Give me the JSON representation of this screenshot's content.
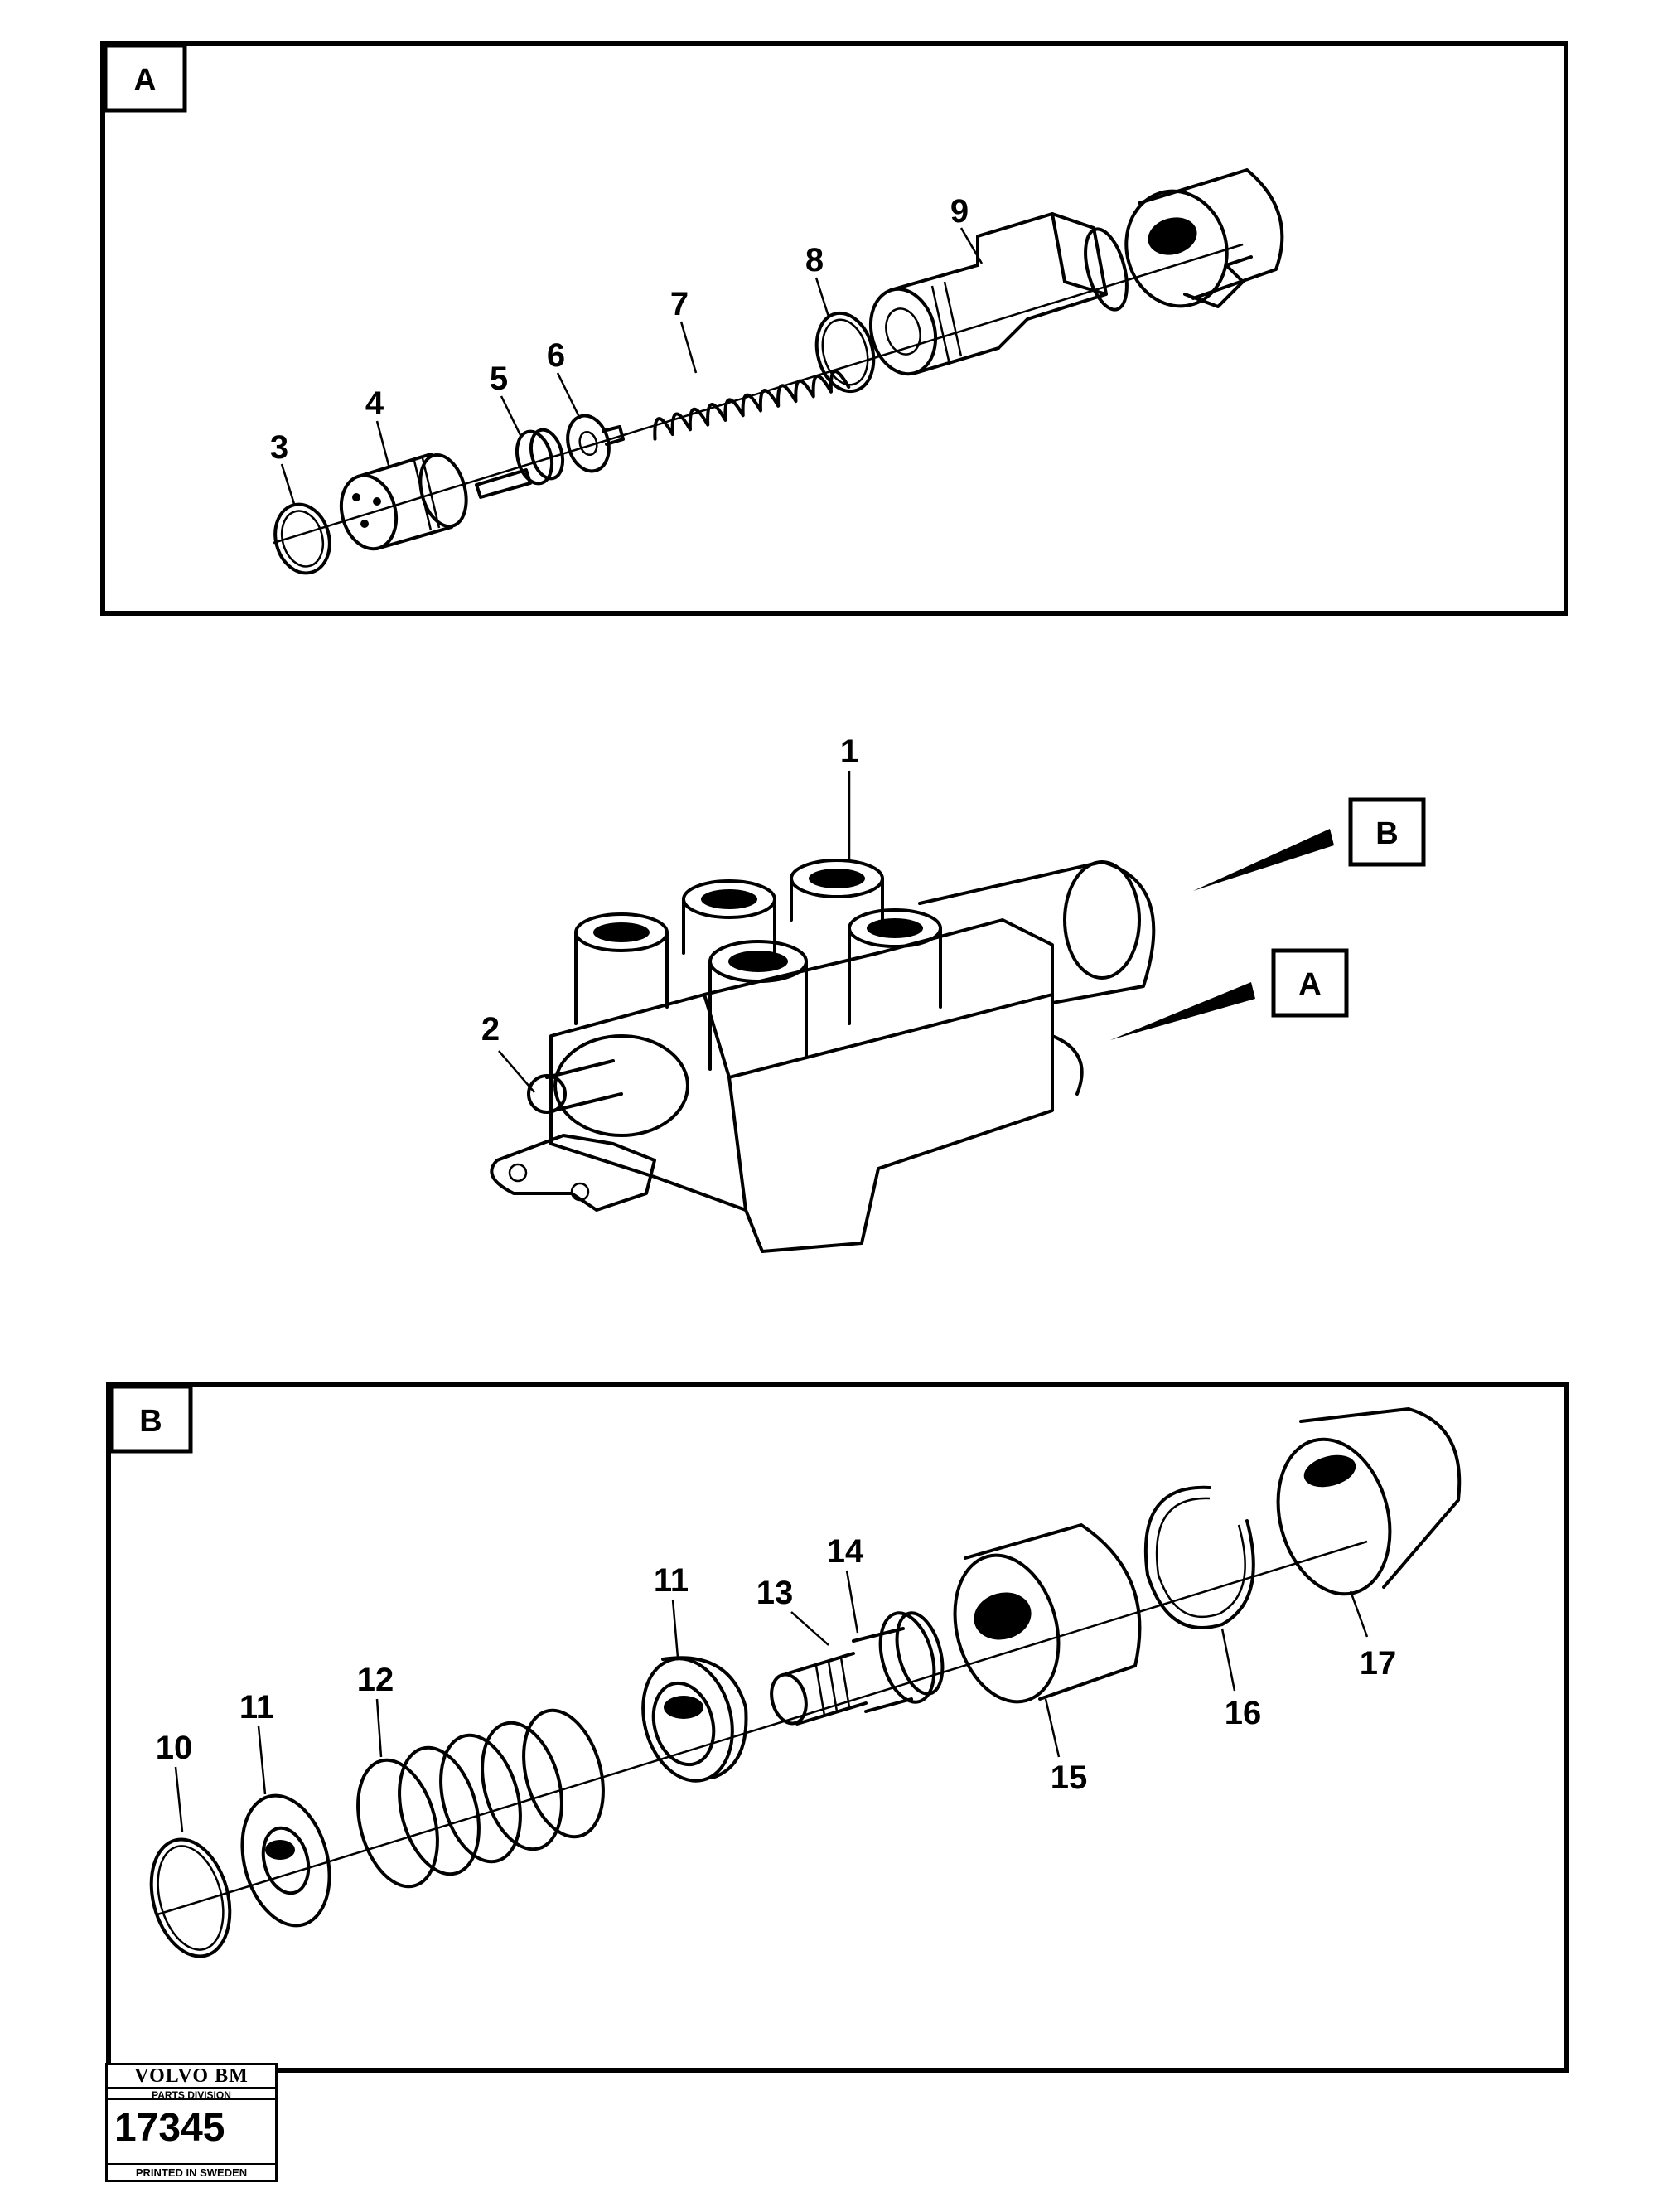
{
  "panels": {
    "top_tag": "A",
    "bottom_tag": "B"
  },
  "main_view": {
    "ref_b": "B",
    "ref_a": "A"
  },
  "callouts": {
    "c1": "1",
    "c2": "2",
    "c3": "3",
    "c4": "4",
    "c5": "5",
    "c6": "6",
    "c7": "7",
    "c8": "8",
    "c9": "9",
    "c10": "10",
    "c11a": "11",
    "c11b": "11",
    "c12": "12",
    "c13": "13",
    "c14": "14",
    "c15": "15",
    "c16": "16",
    "c17": "17"
  },
  "title_block": {
    "brand": "VOLVO BM",
    "division": "PARTS DIVISION",
    "number": "17345",
    "printed": "PRINTED IN SWEDEN"
  }
}
